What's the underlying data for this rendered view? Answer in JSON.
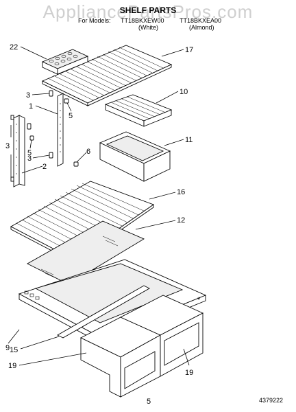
{
  "watermark": "AppliancePartsPros.com",
  "title": "SHELF PARTS",
  "subtitle": {
    "prefix": "For Models:",
    "model_white": "TT18BKXEW00",
    "model_almond": "TT18BKXEA00",
    "color_white": "(White)",
    "color_almond": "(Almond)"
  },
  "callouts": {
    "c22": "22",
    "c17": "17",
    "c3a": "3",
    "c10": "10",
    "c1": "1",
    "c5a": "5",
    "c3b": "3",
    "c5b": "5",
    "c6": "6",
    "c11": "11",
    "c3c": "3",
    "c2": "2",
    "c16": "16",
    "c12": "12",
    "c9": "9",
    "c15": "15",
    "c19a": "19",
    "c19b": "19"
  },
  "footer": {
    "page_number": "5",
    "doc_number": "4379222"
  }
}
